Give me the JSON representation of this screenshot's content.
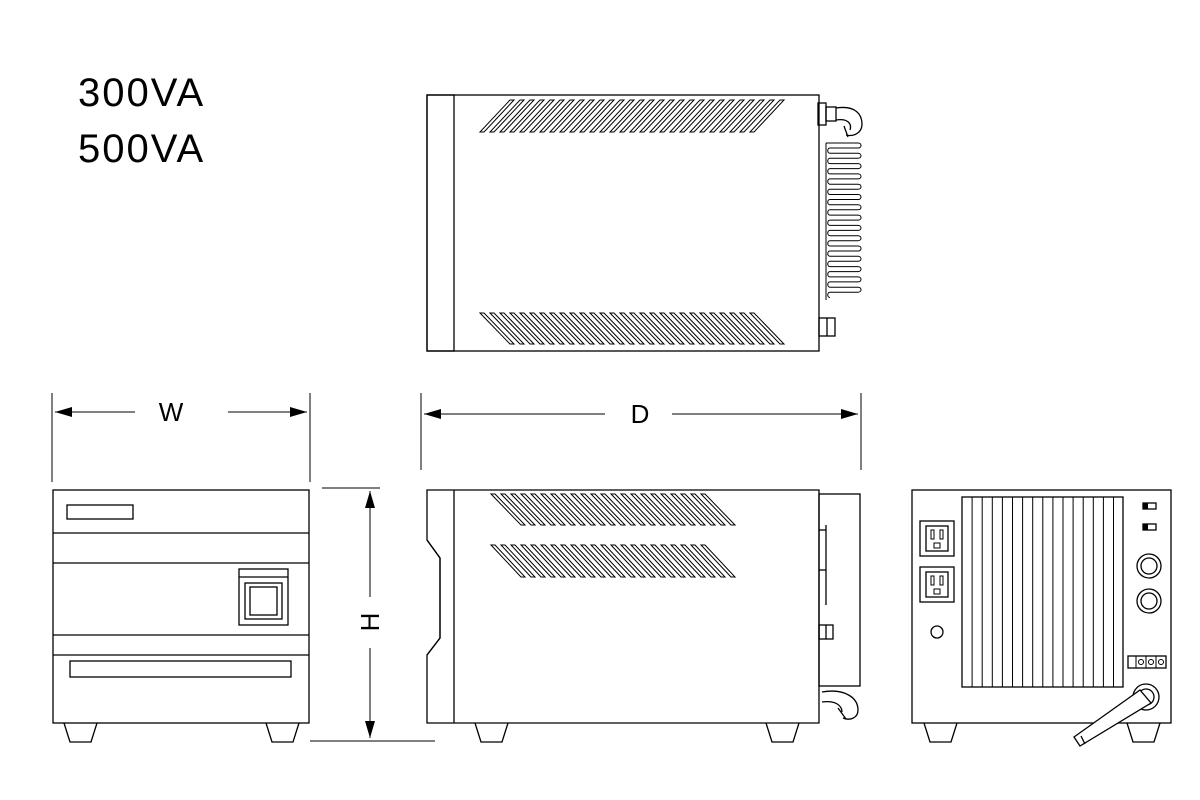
{
  "models": [
    "300VA",
    "500VA"
  ],
  "dimensions": {
    "width": "W",
    "depth": "D",
    "height": "H"
  }
}
